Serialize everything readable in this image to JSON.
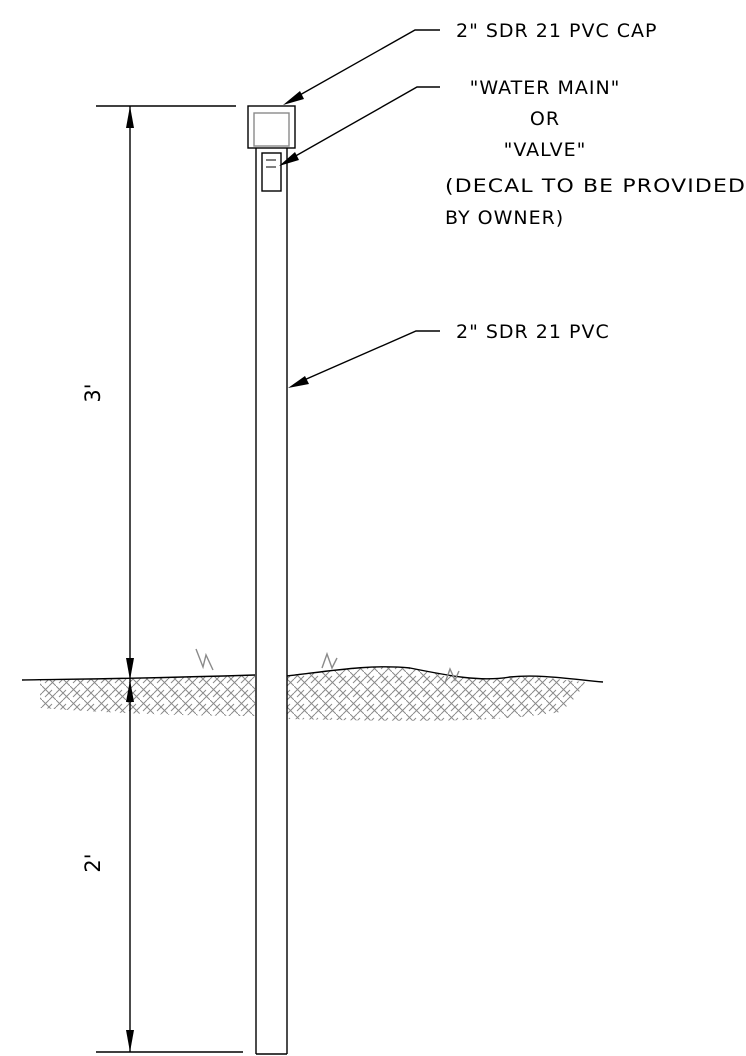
{
  "drawing": {
    "labels": {
      "cap": "2\" SDR 21 PVC CAP",
      "decal_line1": "\"WATER MAIN\"",
      "decal_line2": "OR",
      "decal_line3": "\"VALVE\"",
      "decal_line4": "(DECAL TO BE PROVIDED",
      "decal_line5": "BY OWNER)",
      "pipe": "2\" SDR 21 PVC"
    },
    "dimensions": {
      "above_grade": "3'",
      "below_grade": "2'"
    },
    "colors": {
      "line": "#000000",
      "hatch": "#8a8a8a",
      "background": "#ffffff"
    }
  }
}
